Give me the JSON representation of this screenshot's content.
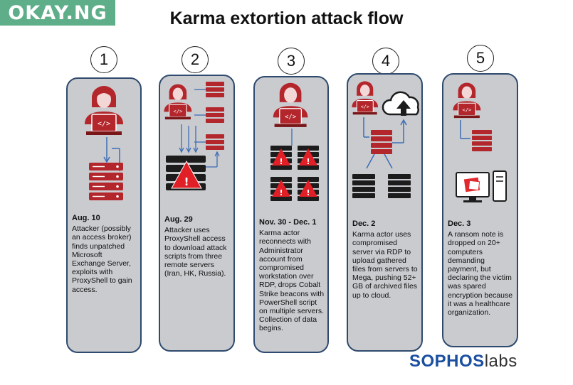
{
  "watermark": "OKAY.NG",
  "title": "Karma extortion attack flow",
  "colors": {
    "red": "#b3262b",
    "panel": "#c9cbcf",
    "arrow": "#3d6db5",
    "border": "#2e4a6e",
    "brand": "#1b4fa0"
  },
  "steps": [
    {
      "number": "1",
      "date": "Aug. 10",
      "text": "Attacker (possibly an access broker) finds unpatched Microsoft Exchange Server, exploits with ProxyShell to gain access."
    },
    {
      "number": "2",
      "date": "Aug. 29",
      "text": "Attacker uses ProxyShell access to download attack scripts from three remote servers (Iran, HK, Russia)."
    },
    {
      "number": "3",
      "date": "Nov. 30 - Dec. 1",
      "text": "Karma actor reconnects with Administrator account from compromised workstation over RDP, drops Cobalt Strike beacons with PowerShell script on multiple servers. Collection of data begins."
    },
    {
      "number": "4",
      "date": "Dec. 2",
      "text": "Karma actor uses compromised server via RDP to upload gathered files from servers to Mega, pushing 52+ GB of archived files up to cloud."
    },
    {
      "number": "5",
      "date": "Dec. 3",
      "text": "A ransom note is dropped on 20+ computers demanding payment, but declaring the victim was spared encryption because it was a healthcare organization."
    }
  ],
  "logo": {
    "part1": "SOPHOS",
    "part2": "labs"
  },
  "icons": [
    "hacker-icon",
    "server-icon",
    "warning-icon",
    "cloud-upload-icon",
    "computer-icon"
  ]
}
